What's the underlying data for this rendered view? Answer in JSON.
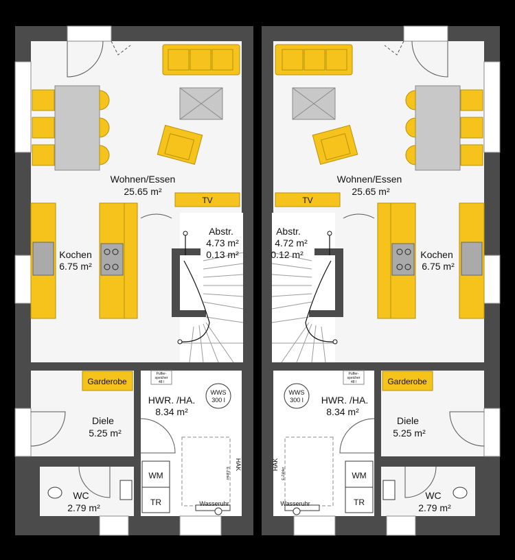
{
  "colors": {
    "wall": "#4b4b4b",
    "floor": "#f5f5f5",
    "furniture": "#f5c31c",
    "furniture_edge": "#b8900a",
    "table": "#c8c8c8",
    "background": "#000000"
  },
  "left": {
    "wohnen": {
      "name": "Wohnen/Essen",
      "area": "25.65 m²"
    },
    "tv": "TV",
    "abstr": {
      "name": "Abstr.",
      "area1": "4.73 m²",
      "area2": "0.13 m²"
    },
    "kochen": {
      "name": "Kochen",
      "area": "6.75 m²"
    },
    "garderobe": "Garderobe",
    "hwr": {
      "name": "HWR. /HA.",
      "area": "8.34 m²"
    },
    "wws": {
      "line1": "WWS",
      "line2": "300 l"
    },
    "puffer": {
      "line1": "Puffer-",
      "line2": "speicher",
      "line3": "48 l"
    },
    "diele": {
      "name": "Diele",
      "area": "5.25 m²"
    },
    "wc": {
      "name": "WC",
      "area": "2.79 m²"
    },
    "wm": "WM",
    "tr": "TR",
    "wasseruhr": "Wasseruhr",
    "ezaehler": "E-Zähler",
    "hak": "HAK"
  },
  "right": {
    "wohnen": {
      "name": "Wohnen/Essen",
      "area": "25.65 m²"
    },
    "tv": "TV",
    "abstr": {
      "name": "Abstr.",
      "area1": "4.72 m²",
      "area2": "0.12 m²"
    },
    "kochen": {
      "name": "Kochen",
      "area": "6.75 m²"
    },
    "garderobe": "Garderobe",
    "hwr": {
      "name": "HWR. /HA.",
      "area": "8.34 m²"
    },
    "wws": {
      "line1": "WWS",
      "line2": "300 l"
    },
    "puffer": {
      "line1": "Puffer-",
      "line2": "speicher",
      "line3": "48 l"
    },
    "diele": {
      "name": "Diele",
      "area": "5.25 m²"
    },
    "wc": {
      "name": "WC",
      "area": "2.79 m²"
    },
    "wm": "WM",
    "tr": "TR",
    "wasseruhr": "Wasseruhr",
    "ezaehler": "E-Zähler",
    "hak": "HAK"
  }
}
